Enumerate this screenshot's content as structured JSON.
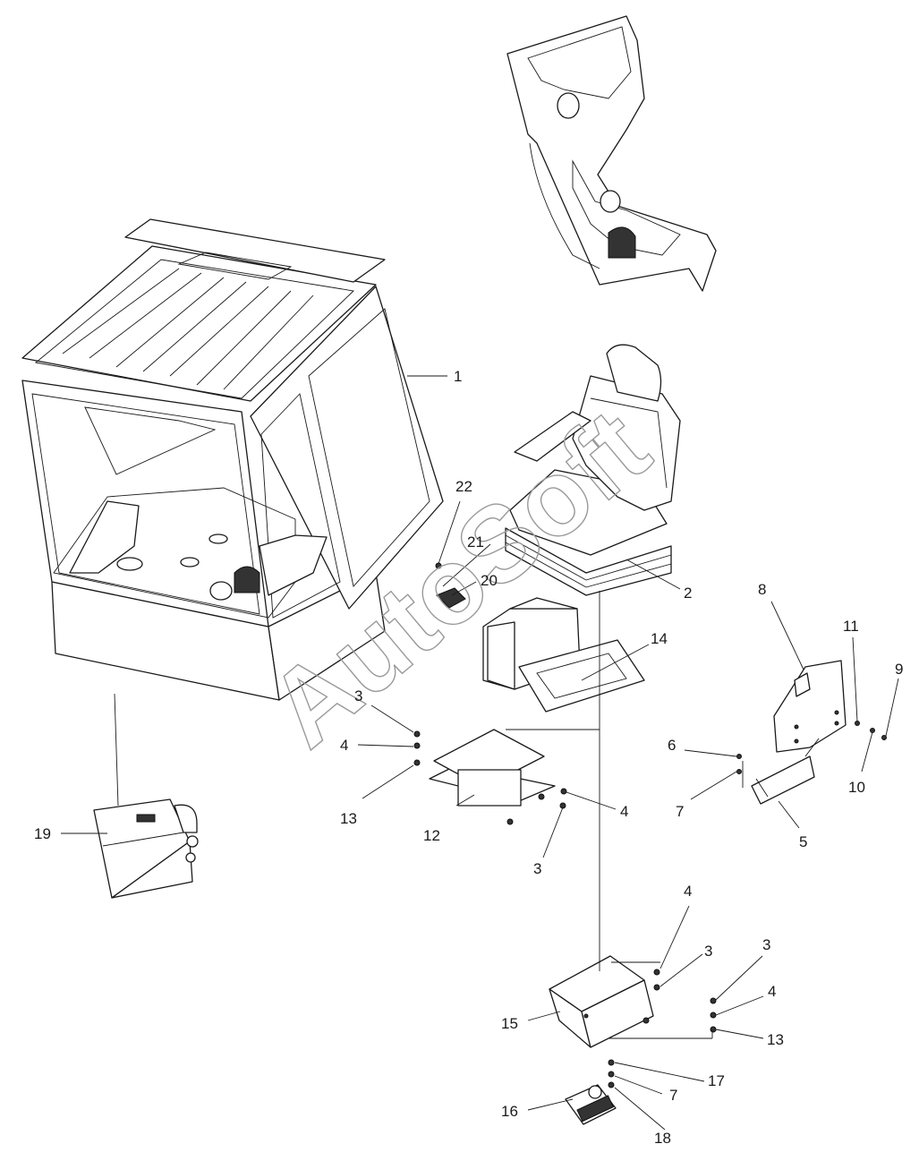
{
  "watermark": "AutoSoft",
  "callouts": [
    {
      "id": "c1",
      "label": "1"
    },
    {
      "id": "c2",
      "label": "2"
    },
    {
      "id": "c3a",
      "label": "3"
    },
    {
      "id": "c4a",
      "label": "4"
    },
    {
      "id": "c13a",
      "label": "13"
    },
    {
      "id": "c12",
      "label": "12"
    },
    {
      "id": "c4b",
      "label": "4"
    },
    {
      "id": "c3b",
      "label": "3"
    },
    {
      "id": "c22",
      "label": "22"
    },
    {
      "id": "c21",
      "label": "21"
    },
    {
      "id": "c20",
      "label": "20"
    },
    {
      "id": "c14",
      "label": "14"
    },
    {
      "id": "c8",
      "label": "8"
    },
    {
      "id": "c11",
      "label": "11"
    },
    {
      "id": "c9",
      "label": "9"
    },
    {
      "id": "c10",
      "label": "10"
    },
    {
      "id": "c6",
      "label": "6"
    },
    {
      "id": "c7a",
      "label": "7"
    },
    {
      "id": "c5",
      "label": "5"
    },
    {
      "id": "c19",
      "label": "19"
    },
    {
      "id": "c4c",
      "label": "4"
    },
    {
      "id": "c3c",
      "label": "3"
    },
    {
      "id": "c3d",
      "label": "3"
    },
    {
      "id": "c4d",
      "label": "4"
    },
    {
      "id": "c13b",
      "label": "13"
    },
    {
      "id": "c15",
      "label": "15"
    },
    {
      "id": "c17",
      "label": "17"
    },
    {
      "id": "c7b",
      "label": "7"
    },
    {
      "id": "c16",
      "label": "16"
    },
    {
      "id": "c18",
      "label": "18"
    }
  ]
}
